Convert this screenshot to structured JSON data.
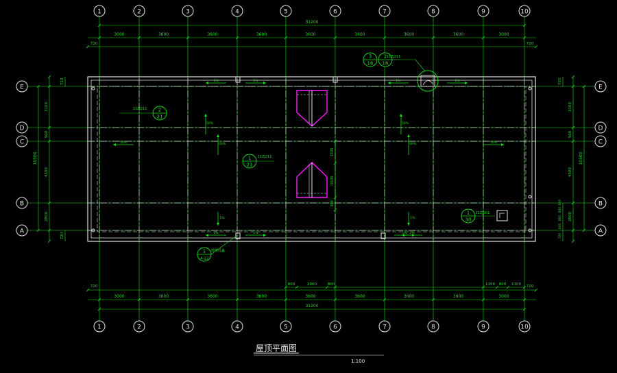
{
  "drawing": {
    "title": "屋顶平面图",
    "scale": "1:100"
  },
  "colors": {
    "background": "#000000",
    "dimension": "#1ee11e",
    "outline": "#e6e6e6",
    "hatch": "#ff1aff"
  },
  "grid_columns": [
    "1",
    "2",
    "3",
    "4",
    "5",
    "6",
    "7",
    "8",
    "9",
    "10"
  ],
  "grid_rows": [
    "E",
    "D",
    "C",
    "B",
    "A"
  ],
  "top_dims": {
    "total": "31200",
    "spans": [
      "3000",
      "3600",
      "3600",
      "3600",
      "3600",
      "3600",
      "3600",
      "3600",
      "3000"
    ],
    "offset": "720"
  },
  "bottom_dims": {
    "total": "31200",
    "spans": [
      "3000",
      "3600",
      "3600",
      "3600",
      "3600",
      "3600",
      "3600",
      "3600",
      "3000"
    ],
    "detail": [
      "800",
      "2000",
      "800",
      "1100",
      "800",
      "1100"
    ],
    "offset": "720"
  },
  "left_dims": {
    "spans": [
      "3100",
      "900",
      "4500",
      "2800"
    ],
    "total": "10500",
    "offset_top": "720",
    "offset_bottom": "720"
  },
  "right_dims": {
    "spans": [
      "3100",
      "900",
      "4500",
      "2800"
    ],
    "total": "10500",
    "offset_top": "720",
    "stack": [
      "720",
      "600",
      "600",
      "800",
      "600"
    ]
  },
  "middle_dims": [
    "1335",
    "2635",
    "300"
  ],
  "slopes": [
    "1%",
    "1%",
    "1%",
    "1%",
    "1%",
    "1%",
    "50%",
    "50%",
    "50%",
    "50%",
    "50%",
    "50%",
    "1%",
    "1%",
    "1%",
    "1%"
  ],
  "callouts": [
    {
      "top": "3",
      "bottom": "16"
    },
    {
      "top": "2",
      "bottom": "16"
    },
    {
      "top": "2",
      "bottom": "21"
    },
    {
      "top": "1",
      "bottom": "21"
    },
    {
      "top": "1",
      "bottom": "30"
    },
    {
      "top": "1",
      "bottom": "4-22"
    }
  ],
  "callout_notes": [
    "11ZJ211",
    "11ZJ211",
    "11ZJ211",
    "11ZJ211",
    "11ZJ201",
    "检修孔盖"
  ]
}
